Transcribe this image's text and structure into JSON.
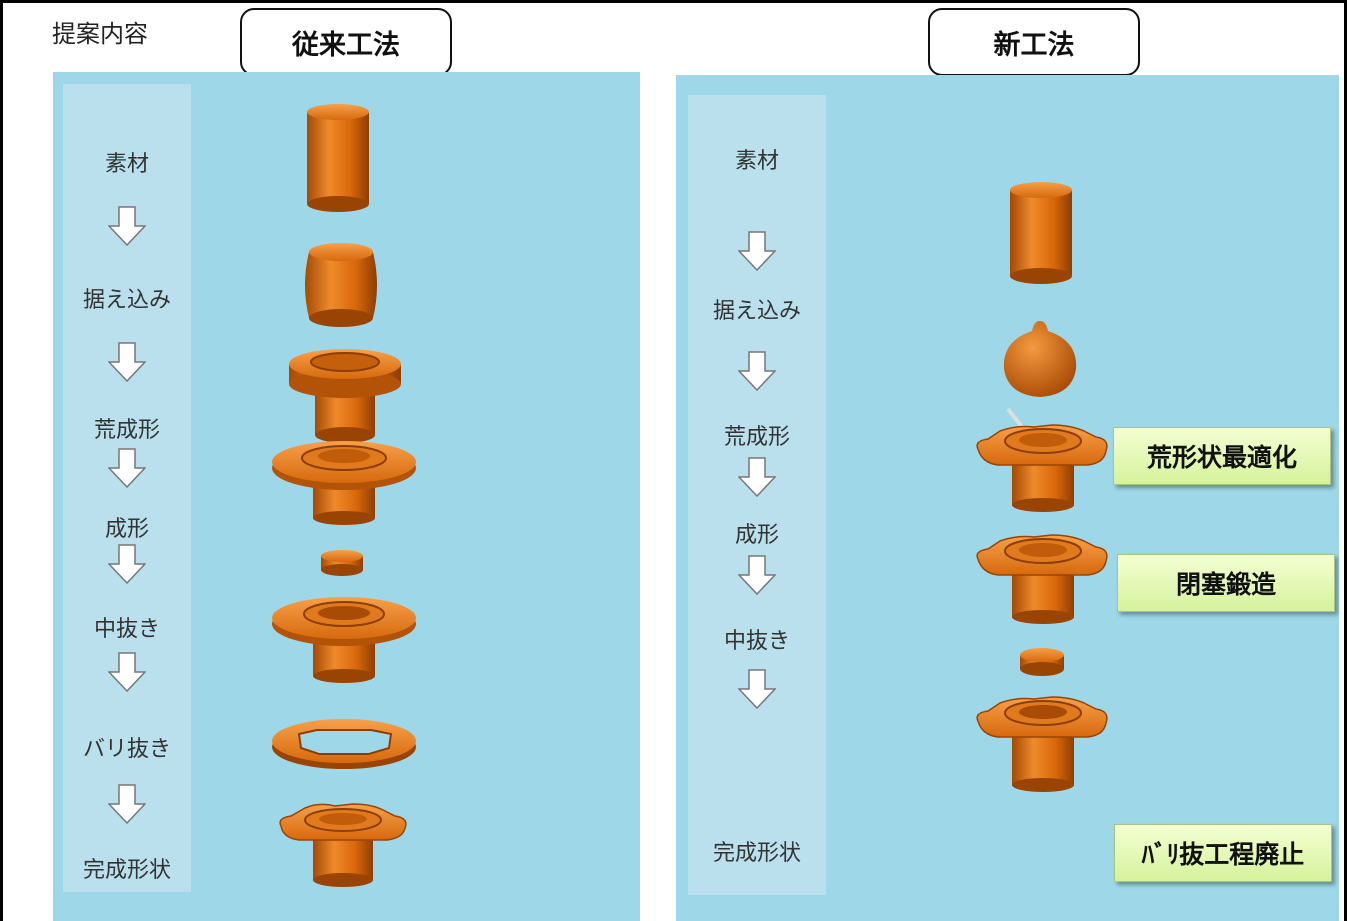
{
  "section_title": "提案内容",
  "methods": {
    "old": "従来工法",
    "new": "新工法"
  },
  "old_steps": [
    "素材",
    "据え込み",
    "荒成形",
    "成形",
    "中抜き",
    "バリ抜き",
    "完成形状"
  ],
  "new_steps": [
    "素材",
    "据え込み",
    "荒成形",
    "成形",
    "中抜き",
    "完成形状"
  ],
  "callouts": [
    "荒形状最適化",
    "閉塞鍛造",
    "ﾊﾞﾘ抜工程廃止"
  ],
  "colors": {
    "panel": "#9ed8e8",
    "part": "#d9680a",
    "callout": "#e6f7b8"
  }
}
